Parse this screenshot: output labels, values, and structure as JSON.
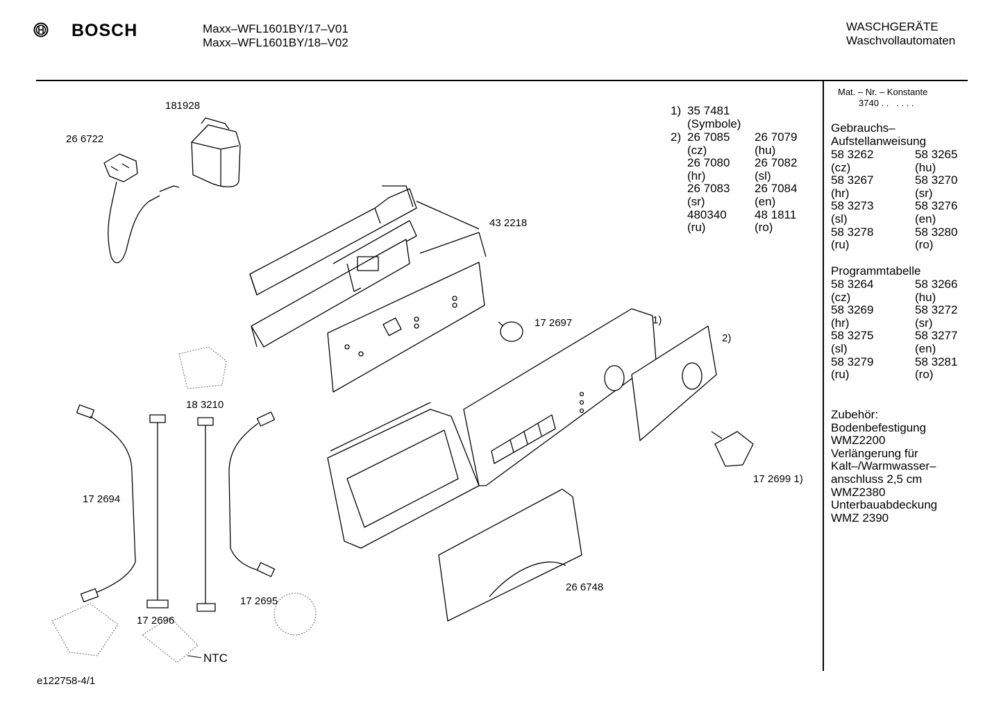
{
  "header": {
    "brand": "BOSCH",
    "model_lines": [
      "Maxx–WFL1601BY/17–V01",
      "Maxx–WFL1601BY/18–V02"
    ],
    "category_lines": [
      "WASCHGERÄTE",
      "Waschvollautomaten"
    ]
  },
  "sidebar": {
    "mat_label": "Mat. – Nr. – Konstante",
    "mat_value": "3740 . .   . . . .",
    "gebrauchs_title": [
      "Gebrauchs–",
      "Aufstellanweisung"
    ],
    "gebrauchs_items": [
      "58 3262",
      "58 3265",
      "(cz)",
      "(hu)",
      "58 3267",
      "58 3270",
      "(hr)",
      "(sr)",
      "58 3273",
      "58 3276",
      "(sl)",
      "(en)",
      "58 3278",
      "58 3280",
      "(ru)",
      "(ro)"
    ],
    "programm_title": "Programmtabelle",
    "programm_items": [
      "58 3264",
      "58 3266",
      "(cz)",
      "(hu)",
      "58 3269",
      "58 3272",
      "(hr)",
      "(sr)",
      "58 3275",
      "58 3277",
      "(sl)",
      "(en)",
      "58 3279",
      "58 3281",
      "(ru)",
      "(ro)"
    ],
    "zubehoer_lines": [
      "Zubehör:",
      "Bodenbefestigung",
      "WMZ2200",
      "Verlängerung für",
      "Kalt–/Warmwasser–",
      "anschluss 2,5 cm",
      "WMZ2380",
      "Unterbauabdeckung",
      "WMZ 2390"
    ]
  },
  "notes": {
    "n1_label": "1)",
    "n1_value": "35 7481",
    "n1_sub": "(Symbole)",
    "n2_label": "2)",
    "n2_items": [
      "26 7085",
      "26 7079",
      "(cz)",
      "(hu)",
      "26 7080",
      "26 7082",
      "(hr)",
      "(sl)",
      "26 7083",
      "26 7084",
      "(sr)",
      "(en)",
      "480340",
      "48 1811",
      "(ru)",
      "(ro)"
    ]
  },
  "parts": {
    "p181928": "181928",
    "p266722": "26 6722",
    "p432218": "43 2218",
    "p172697": "17 2697",
    "p1": "1)",
    "p2": "2)",
    "p183210": "18 3210",
    "p172694": "17 2694",
    "p1726991": "17 2699 1)",
    "p266748": "26 6748",
    "p172695": "17 2695",
    "p172696": "17 2696",
    "ntc": "NTC"
  },
  "footer": {
    "doc_id": "e122758-4/1"
  }
}
